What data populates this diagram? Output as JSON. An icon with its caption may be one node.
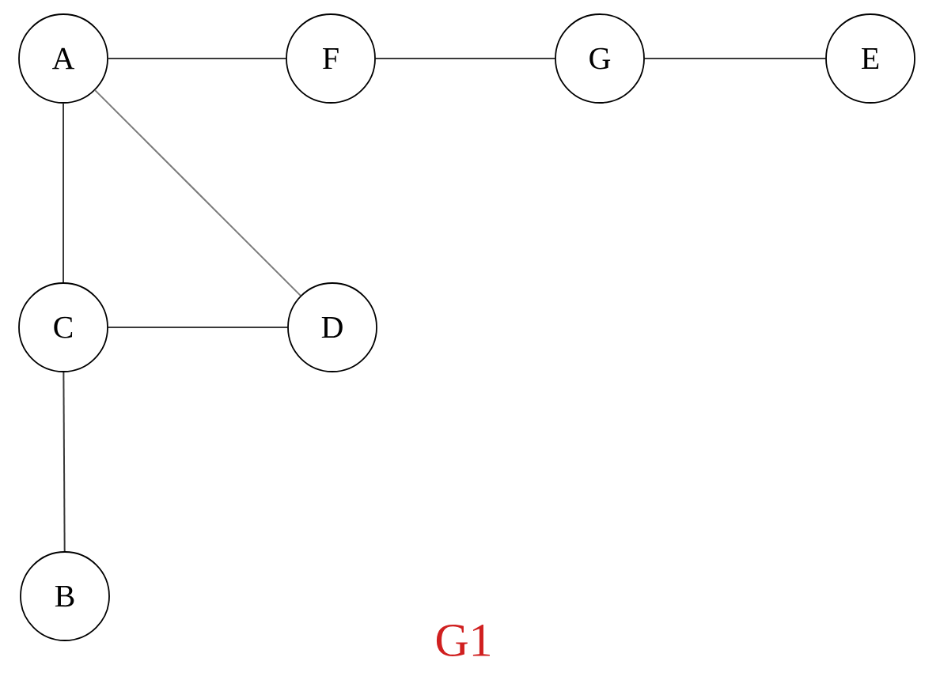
{
  "diagram": {
    "nodes": [
      {
        "text": [
          "A"
        ]
      },
      {
        "text": [
          "F"
        ]
      },
      {
        "text": [
          "G"
        ]
      },
      {
        "text": [
          "E"
        ]
      },
      {
        "text": [
          "C"
        ]
      },
      {
        "text": [
          "D"
        ]
      },
      {
        "text": [
          "B"
        ]
      }
    ],
    "edges": [
      {
        "from": 0,
        "to": 1,
        "arrow": "none"
      },
      {
        "from": 1,
        "to": 2,
        "arrow": "none"
      },
      {
        "from": 2,
        "to": 3,
        "arrow": "none"
      },
      {
        "from": 0,
        "to": 4,
        "arrow": "none"
      },
      {
        "from": 0,
        "to": 5,
        "arrow": "none",
        "color": "#7a7a7a"
      },
      {
        "from": 4,
        "to": 5,
        "arrow": "none"
      },
      {
        "from": 4,
        "to": 6,
        "arrow": "none"
      }
    ],
    "labels": [
      "G1"
    ]
  }
}
